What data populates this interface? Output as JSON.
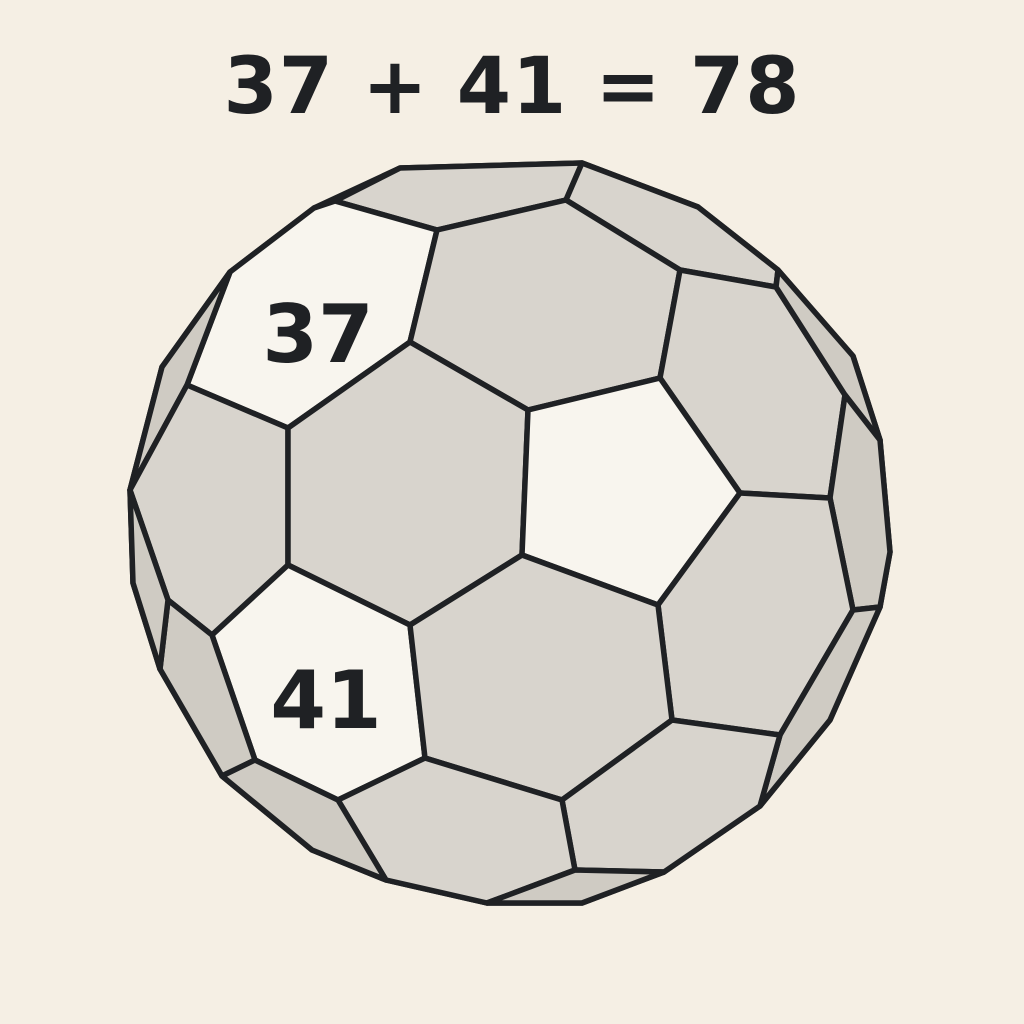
{
  "equation": "37 + 41 = 78",
  "faces": {
    "upper_label": "37",
    "lower_label": "41"
  },
  "colors": {
    "background": "#f5efe4",
    "panel_grey": "#d8d4cd",
    "panel_light": "#f8f5ee",
    "panel_shadow": "#cfcbc3",
    "outline": "#1f2124"
  }
}
